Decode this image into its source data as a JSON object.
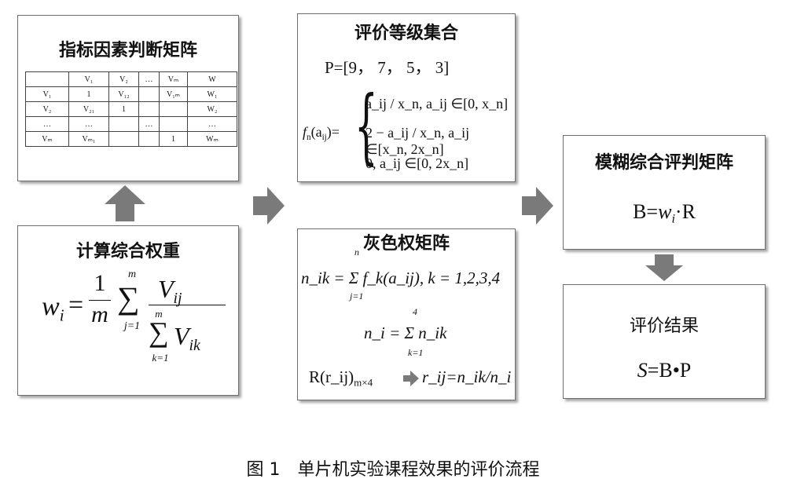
{
  "matrix_box": {
    "title": "指标因素判断矩阵",
    "header": [
      "",
      "V₁",
      "V₂",
      "…",
      "Vₘ",
      "W"
    ],
    "rows": [
      [
        "V₁",
        "1",
        "V₁₂",
        "",
        "V₁ₘ",
        "W₁"
      ],
      [
        "V₂",
        "V₂₁",
        "1",
        "",
        "",
        "W₂"
      ],
      [
        "…",
        "…",
        "",
        "…",
        "",
        "…"
      ],
      [
        "Vₘ",
        "Vₘ₁",
        "",
        "",
        "1",
        "Wₘ"
      ]
    ]
  },
  "weight_box": {
    "title": "计算综合权重",
    "lhs": "w",
    "lhs_sub": "i",
    "eq": "=",
    "one": "1",
    "m": "m",
    "sum_top": "m",
    "sum_bottom": "j=1",
    "num_V": "V",
    "num_sub": "ij",
    "den_sum_top": "m",
    "den_sum_bottom": "k=1",
    "den_V": "V",
    "den_sub": "ik"
  },
  "grade_box": {
    "title": "评价等级集合",
    "p_set": "P=[9， 7， 5， 3]",
    "fn_lhs": "f",
    "fn_lhs_sub": "n",
    "fn_arg": "(a",
    "fn_arg_sub": "ij",
    "fn_arg_end": ")=",
    "case1": "a_ij / x_n, a_ij ∈[0, x_n]",
    "case2": "2 − a_ij / x_n, a_ij ∈[x_n, 2x_n]",
    "case3": "0, a_ij ∈[0, 2x_n]"
  },
  "gray_box": {
    "title": "灰色权矩阵",
    "n_ik_line": "n_ik = Σ f_k(a_ij), k = 1,2,3,4",
    "sum1_top": "n",
    "sum1_bottom": "j=1",
    "n_i_line": "n_i = Σ n_ik",
    "sum2_top": "4",
    "sum2_bottom": "k=1",
    "r_left": "R(r_ij)",
    "r_left_sub": "m×4",
    "r_right": "r_ij=n_ik/n_i"
  },
  "fuzzy_box": {
    "title": "模糊综合评判矩阵",
    "formula_b": "B=",
    "formula_w": "w",
    "formula_w_sub": "i",
    "formula_rest": "·R"
  },
  "result_box": {
    "title": "评价结果",
    "formula_s": "S",
    "formula_rest": "=B•P"
  },
  "caption": "图 1　单片机实验课程效果的评价流程",
  "colors": {
    "arrow": "#7a7a7a",
    "border": "#6e6e6e"
  }
}
